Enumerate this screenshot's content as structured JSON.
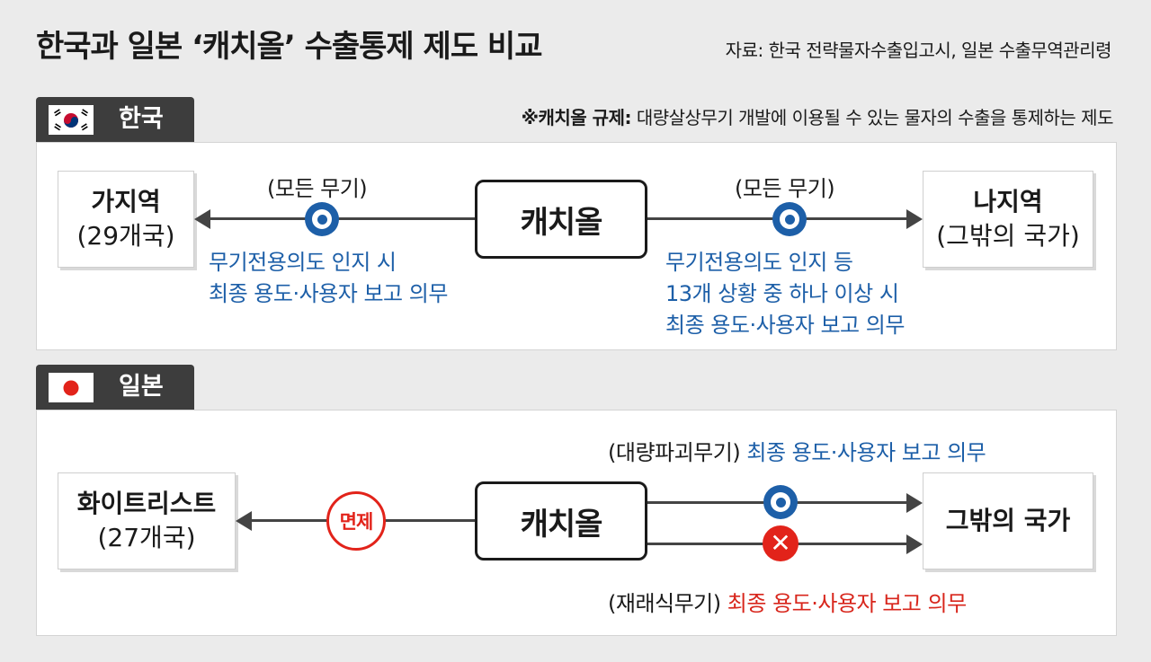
{
  "title": "한국과 일본 ‘캐치올’ 수출통제 제도 비교",
  "source": "자료: 한국 전략물자수출입고시, 일본 수출무역관리령",
  "note": {
    "label": "※캐치올 규제:",
    "text": "대량살상무기 개발에 이용될 수 있는 물자의 수출을 통제하는 제도"
  },
  "colors": {
    "blue": "#1d5fa8",
    "red": "#e2231a",
    "tab": "#3d3d3d"
  },
  "korea": {
    "tab_label": "한국",
    "flag_icon": "korea-flag-icon",
    "center": "캐치올",
    "left_node": {
      "main": "가지역",
      "sub": "(29개국)"
    },
    "right_node": {
      "main": "나지역",
      "sub": "(그밖의 국가)"
    },
    "left_weapon": "(모든 무기)",
    "right_weapon": "(모든 무기)",
    "left_condition": [
      "무기전용의도 인지 시",
      "최종 용도·사용자 보고 의무"
    ],
    "right_condition": [
      "무기전용의도 인지 등",
      "13개 상황 중 하나 이상 시",
      "최종 용도·사용자 보고 의무"
    ]
  },
  "japan": {
    "tab_label": "일본",
    "flag_icon": "japan-flag-icon",
    "center": "캐치올",
    "left_node": {
      "main": "화이트리스트",
      "sub": "(27개국)"
    },
    "right_node": {
      "main": "그밖의 국가"
    },
    "exempt": "면제",
    "top_label": {
      "category": "(대량파괴무기)",
      "text": "최종 용도·사용자 보고 의무"
    },
    "bottom_label": {
      "category": "(재래식무기)",
      "text": "최종 용도·사용자 보고 의무"
    }
  }
}
